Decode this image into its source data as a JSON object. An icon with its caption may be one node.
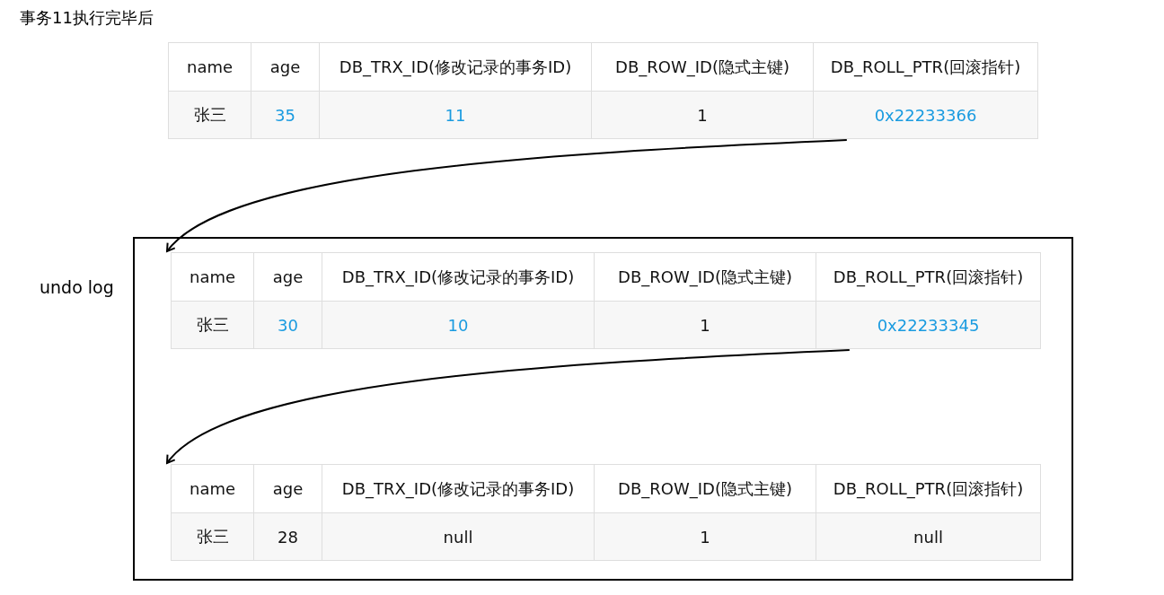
{
  "diagram": {
    "title": "事务11执行完毕后",
    "nodes": [
      {
        "text": [
          "name",
          "age",
          "DB_TRX_ID(修改记录的事务ID)",
          "DB_ROW_ID(隐式主键)",
          "DB_ROLL_PTR(回滚指针)",
          "张三",
          "35",
          "11",
          "1",
          "0x22233366"
        ]
      },
      {
        "text": [
          "undo log"
        ]
      },
      {
        "text": [
          "name",
          "age",
          "DB_TRX_ID(修改记录的事务ID)",
          "DB_ROW_ID(隐式主键)",
          "DB_ROLL_PTR(回滚指针)",
          "张三",
          "30",
          "10",
          "1",
          "0x22233345"
        ],
        "in": 1
      },
      {
        "text": [
          "name",
          "age",
          "DB_TRX_ID(修改记录的事务ID)",
          "DB_ROW_ID(隐式主键)",
          "DB_ROLL_PTR(回滚指针)",
          "张三",
          "28",
          "null",
          "1",
          "null"
        ],
        "in": 1
      }
    ],
    "edges": [
      {
        "from": 0,
        "to": 2,
        "arrow": "to"
      },
      {
        "from": 2,
        "to": 3,
        "arrow": "to"
      }
    ]
  }
}
